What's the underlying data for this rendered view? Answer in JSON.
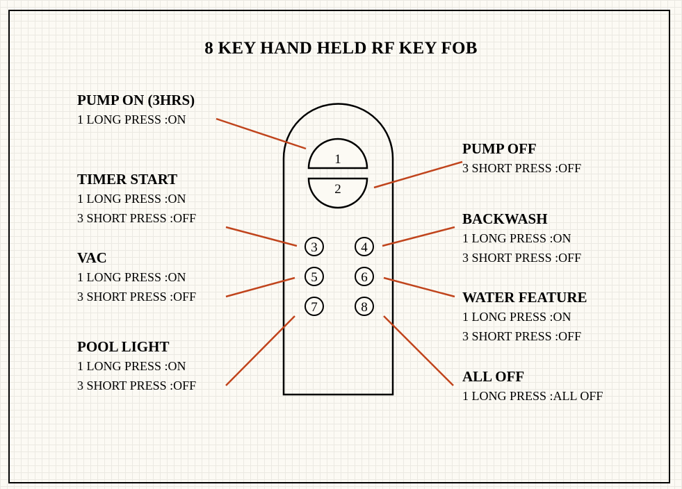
{
  "title": "8 KEY HAND HELD RF KEY FOB",
  "colors": {
    "background": "#fcfaf4",
    "grid": "#ebe9e2",
    "leader_line": "#c0441c",
    "outline": "#000000"
  },
  "keys": [
    {
      "label": "1",
      "name": "PUMP ON (3HRS)",
      "actions": [
        "1 LONG PRESS :ON"
      ]
    },
    {
      "label": "2",
      "name": "PUMP OFF",
      "actions": [
        "3 SHORT PRESS :OFF"
      ]
    },
    {
      "label": "3",
      "name": "TIMER START",
      "actions": [
        "1 LONG PRESS :ON",
        "3 SHORT PRESS :OFF"
      ]
    },
    {
      "label": "4",
      "name": "BACKWASH",
      "actions": [
        "1 LONG PRESS :ON",
        "3 SHORT PRESS :OFF"
      ]
    },
    {
      "label": "5",
      "name": "VAC",
      "actions": [
        "1 LONG PRESS :ON",
        "3 SHORT PRESS :OFF"
      ]
    },
    {
      "label": "6",
      "name": "WATER FEATURE",
      "actions": [
        "1 LONG PRESS :ON",
        "3 SHORT PRESS :OFF"
      ]
    },
    {
      "label": "7",
      "name": "POOL LIGHT",
      "actions": [
        "1 LONG PRESS :ON",
        "3 SHORT PRESS :OFF"
      ]
    },
    {
      "label": "8",
      "name": "ALL OFF",
      "actions": [
        "1 LONG PRESS :ALL OFF"
      ]
    }
  ]
}
